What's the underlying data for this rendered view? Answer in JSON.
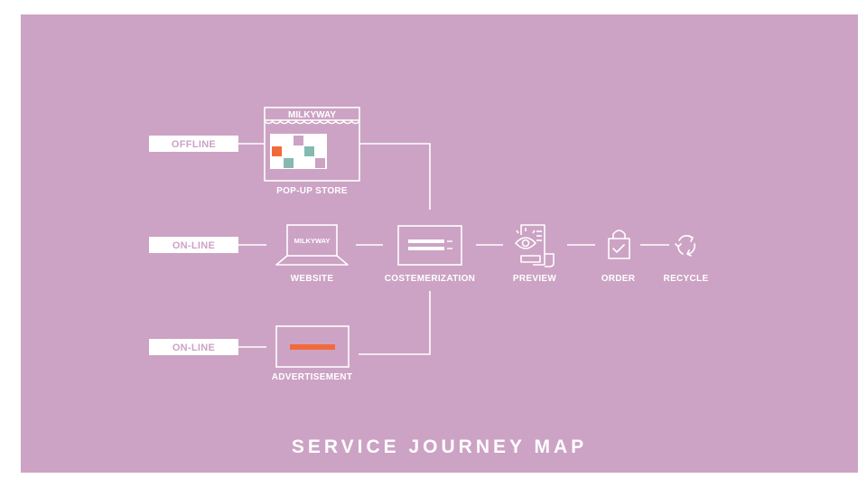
{
  "channels": {
    "offline": "OFFLINE",
    "online_1": "ON-LINE",
    "online_2": "ON-LINE"
  },
  "nodes": {
    "popup_store": {
      "label": "POP-UP STORE",
      "sign": "MILKYWAY"
    },
    "website": {
      "label": "WEBSITE",
      "screen_text": "MILKYWAY"
    },
    "costemerization": {
      "label": "COSTEMERIZATION"
    },
    "preview": {
      "label": "PREVIEW",
      "icon": "eye-document-icon"
    },
    "order": {
      "label": "ORDER",
      "icon": "shopping-bag-check-icon"
    },
    "recycle": {
      "label": "RECYCLE",
      "icon": "recycle-arrows-icon"
    },
    "advertisement": {
      "label": "ADVERTISEMENT"
    }
  },
  "title": "SERVICE JOURNEY MAP",
  "colors": {
    "background": "#cca3c4",
    "line": "#ffffff",
    "accent_orange": "#f26a3a",
    "accent_teal": "#86b9b0",
    "accent_pink": "#cca3c4"
  }
}
